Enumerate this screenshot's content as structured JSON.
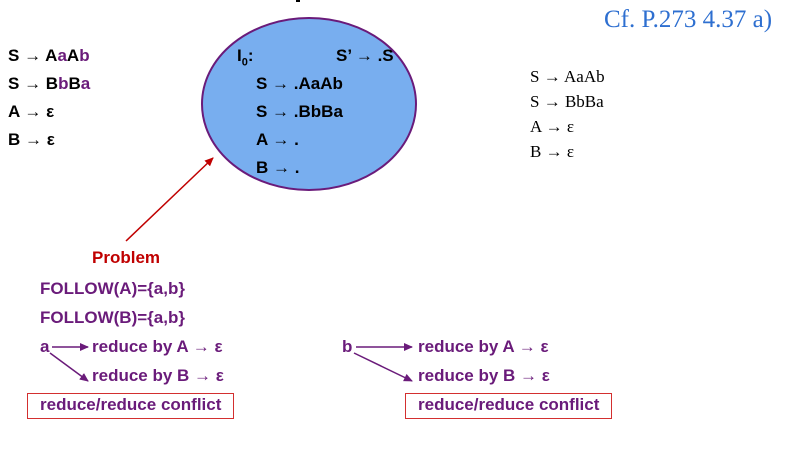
{
  "reference": "Cf. P.273 4.37 a)",
  "grammar_left": [
    {
      "lhs": "S",
      "rhs": "AaAb"
    },
    {
      "lhs": "S",
      "rhs": "BbBa"
    },
    {
      "lhs": "A",
      "rhs": "ε"
    },
    {
      "lhs": "B",
      "rhs": "ε"
    }
  ],
  "state": {
    "name": "I",
    "subscript": "0",
    "colon": ":",
    "items": [
      "S’ → .S",
      "S → .AaAb",
      "S → .BbBa",
      "A → .",
      "B → ."
    ]
  },
  "grammar_right": [
    "S → AaAb",
    "S → BbBa",
    "A → ε",
    "B → ε"
  ],
  "problem": {
    "title": "Problem",
    "follow_a": "FOLLOW(A)={a,b}",
    "follow_b": "FOLLOW(B)={a,b}"
  },
  "conflicts": [
    {
      "symbol": "a",
      "reduce_a": "reduce by A → ε",
      "reduce_b": "reduce by B → ε",
      "label": "reduce/reduce conflict"
    },
    {
      "symbol": "b",
      "reduce_a": "reduce by A → ε",
      "reduce_b": "reduce by B → ε",
      "label": "reduce/reduce conflict"
    }
  ],
  "colors": {
    "ellipse_fill": "#78aeef",
    "purple": "#6a1b7a",
    "red": "#c00000",
    "box_border": "#d32f2f"
  }
}
